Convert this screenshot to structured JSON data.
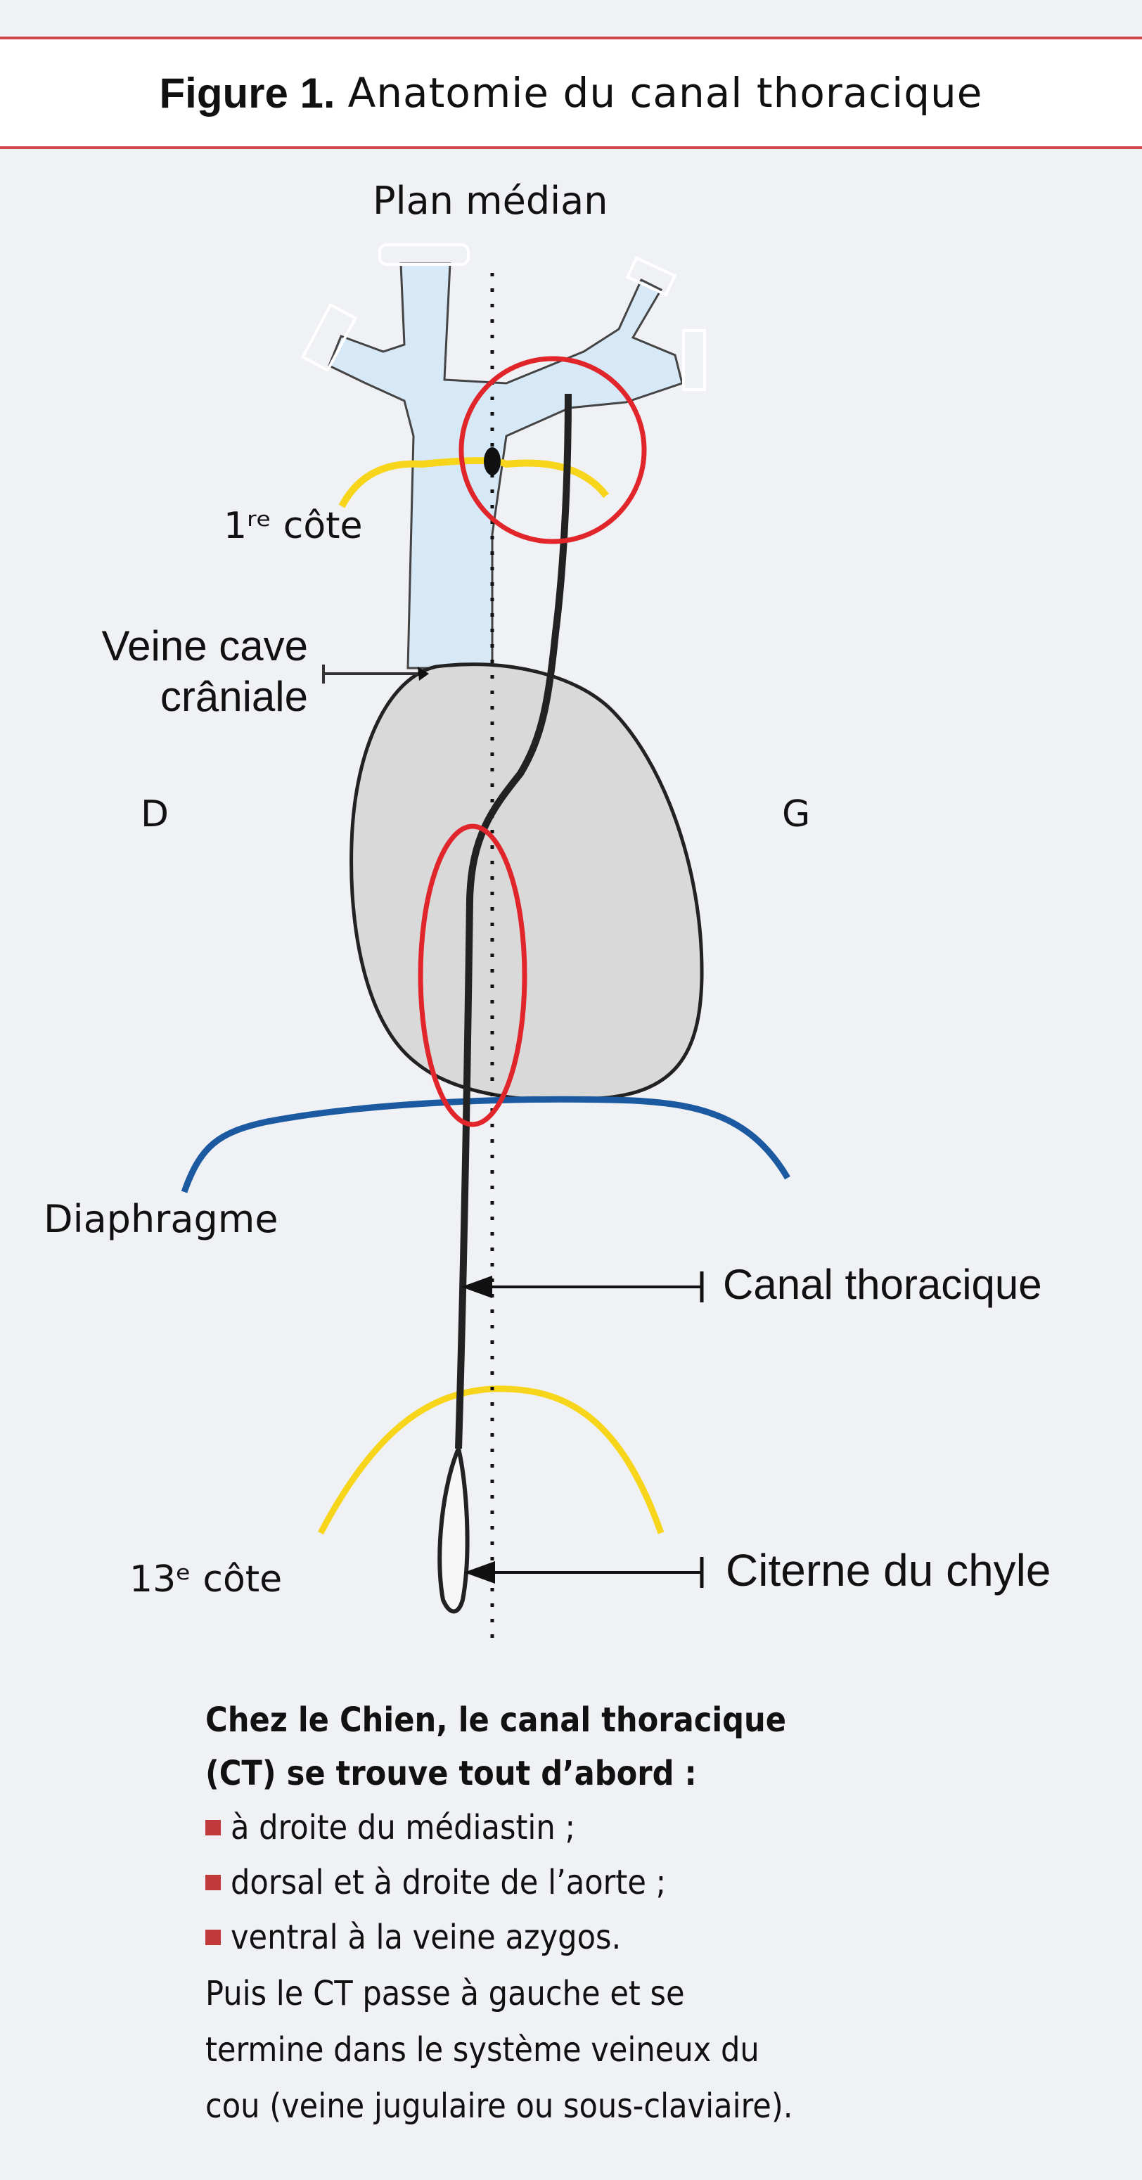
{
  "header": {
    "figure_label": "Figure 1.",
    "figure_title": "Anatomie du canal thoracique"
  },
  "labels": {
    "plan_median": "Plan médian",
    "premiere_cote": "1ʳᵉ côte",
    "veine_cave_line1": "Veine cave",
    "veine_cave_line2": "crâniale",
    "droite": "D",
    "gauche": "G",
    "diaphragme": "Diaphragme",
    "canal_thoracique": "Canal thoracique",
    "treizieme_cote": "13ᵉ côte",
    "citerne_du_chyle": "Citerne du chyle"
  },
  "caption": {
    "intro_line1": "Chez le Chien, le canal thoracique",
    "intro_line2": "(CT) se trouve tout d’abord :",
    "bullets": [
      "à droite du médiastin ;",
      "dorsal et à droite de l’aorte ;",
      "ventral à la veine azygos."
    ],
    "outro_line1": "Puis le CT passe à gauche et se",
    "outro_line2": "termine dans le système veineux du",
    "outro_line3": "cou (veine jugulaire ou sous-claviaire)."
  },
  "colors": {
    "header_rule": "#d0484c",
    "highlight_circle": "#e0262b",
    "rib": "#f7d51a",
    "diaphragm": "#1b5aa0",
    "vein_fill": "#d7e8f7",
    "heart_fill": "#d9d9d9",
    "bullet": "#c0393b"
  },
  "icons": {
    "bullet": "red-square-bullet"
  }
}
